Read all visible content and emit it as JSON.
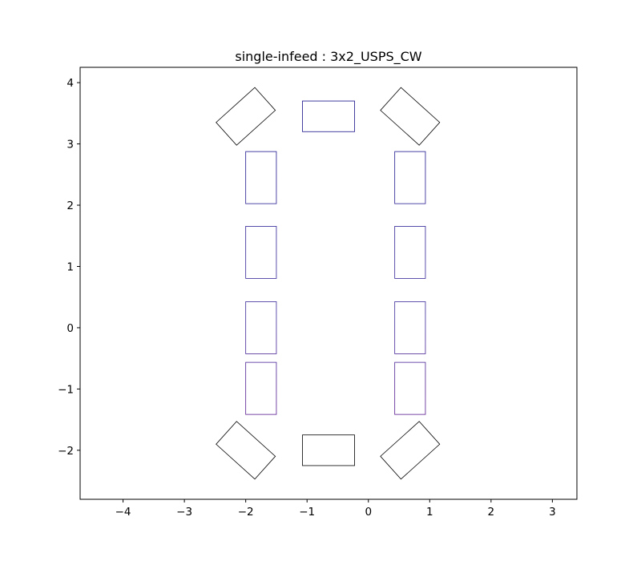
{
  "chart_data": {
    "type": "other",
    "title": "single-infeed : 3x2_USPS_CW",
    "xlabel": "",
    "ylabel": "",
    "xlim": [
      -4.7,
      3.4
    ],
    "ylim": [
      -2.8,
      4.25
    ],
    "xticks": [
      -4,
      -3,
      -2,
      -1,
      0,
      1,
      2,
      3
    ],
    "yticks": [
      -2,
      -1,
      0,
      1,
      2,
      3,
      4
    ],
    "xtick_labels": [
      "−4",
      "−3",
      "−2",
      "−1",
      "0",
      "1",
      "2",
      "3"
    ],
    "ytick_labels": [
      "−2",
      "−1",
      "0",
      "1",
      "2",
      "3",
      "4"
    ],
    "grid": false,
    "legend": false,
    "colors": {
      "edge_top": "#000080",
      "edge_bottom": "#800080",
      "edge_black": "#000000"
    },
    "shapes": [
      {
        "name": "left-rect-3",
        "type": "rect",
        "cx": -1.75,
        "cy": 2.45,
        "w": 0.5,
        "h": 0.85,
        "angle": 0,
        "color": "gradient"
      },
      {
        "name": "left-rect-2",
        "type": "rect",
        "cx": -1.75,
        "cy": 1.23,
        "w": 0.5,
        "h": 0.85,
        "angle": 0,
        "color": "gradient"
      },
      {
        "name": "left-rect-1",
        "type": "rect",
        "cx": -1.75,
        "cy": 0.0,
        "w": 0.5,
        "h": 0.85,
        "angle": 0,
        "color": "gradient"
      },
      {
        "name": "left-rect-0",
        "type": "rect",
        "cx": -1.75,
        "cy": -0.99,
        "w": 0.5,
        "h": 0.85,
        "angle": 0,
        "color": "gradient"
      },
      {
        "name": "right-rect-3",
        "type": "rect",
        "cx": 0.68,
        "cy": 2.45,
        "w": 0.5,
        "h": 0.85,
        "angle": 0,
        "color": "gradient"
      },
      {
        "name": "right-rect-2",
        "type": "rect",
        "cx": 0.68,
        "cy": 1.23,
        "w": 0.5,
        "h": 0.85,
        "angle": 0,
        "color": "gradient"
      },
      {
        "name": "right-rect-1",
        "type": "rect",
        "cx": 0.68,
        "cy": 0.0,
        "w": 0.5,
        "h": 0.85,
        "angle": 0,
        "color": "gradient"
      },
      {
        "name": "right-rect-0",
        "type": "rect",
        "cx": 0.68,
        "cy": -0.99,
        "w": 0.5,
        "h": 0.85,
        "angle": 0,
        "color": "gradient"
      },
      {
        "name": "top-center-rect",
        "type": "rect",
        "cx": -0.65,
        "cy": 3.45,
        "w": 0.85,
        "h": 0.5,
        "angle": 0,
        "color": "gradient"
      },
      {
        "name": "bottom-center-rect",
        "type": "rect",
        "cx": -0.65,
        "cy": -2.0,
        "w": 0.85,
        "h": 0.5,
        "angle": 0,
        "color": "black"
      },
      {
        "name": "top-left-diamond-rect",
        "type": "rect",
        "cx": -2.0,
        "cy": 3.45,
        "w": 0.85,
        "h": 0.5,
        "angle": 42,
        "color": "black"
      },
      {
        "name": "top-right-diamond-rect",
        "type": "rect",
        "cx": 0.68,
        "cy": 3.45,
        "w": 0.85,
        "h": 0.5,
        "angle": -42,
        "color": "black"
      },
      {
        "name": "bottom-left-diamond-rect",
        "type": "rect",
        "cx": -2.0,
        "cy": -2.0,
        "w": 0.85,
        "h": 0.5,
        "angle": -42,
        "color": "black"
      },
      {
        "name": "bottom-right-diamond-rect",
        "type": "rect",
        "cx": 0.68,
        "cy": -2.0,
        "w": 0.85,
        "h": 0.5,
        "angle": 42,
        "color": "black"
      }
    ]
  }
}
